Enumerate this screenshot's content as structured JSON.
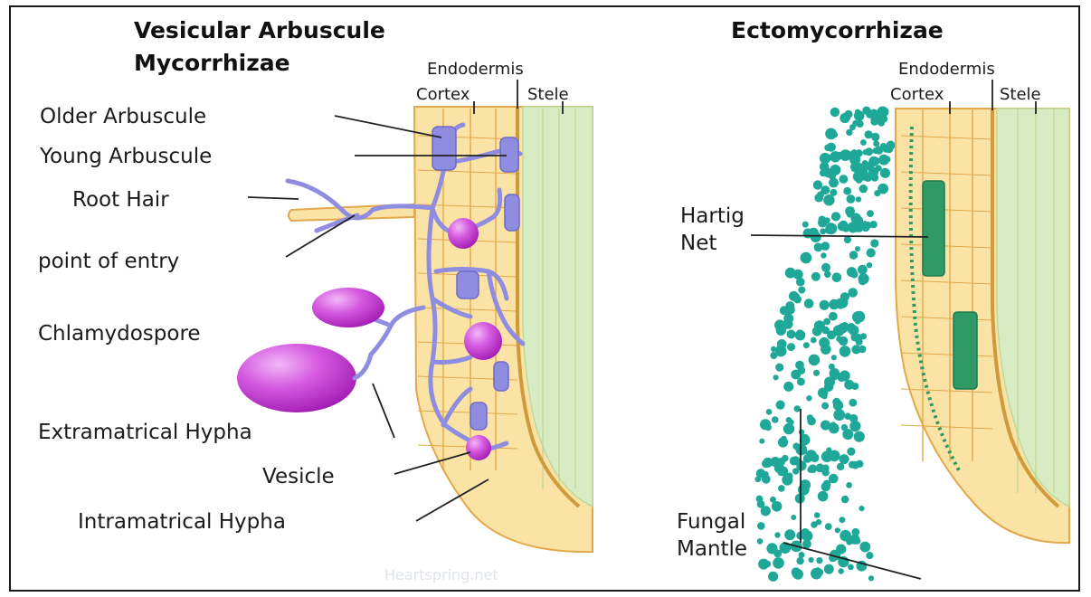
{
  "left_panel": {
    "title_line1": "Vesicular Arbuscule",
    "title_line2": "Mycorrhizae",
    "tissues": {
      "endodermis": "Endodermis",
      "cortex": "Cortex",
      "stele": "Stele"
    },
    "labels": {
      "older_arbuscule": "Older Arbuscule",
      "young_arbuscule": "Young Arbuscule",
      "root_hair": "Root Hair",
      "point_of_entry": "point of entry",
      "chlamydospore": "Chlamydospore",
      "extramatrical_hypha": "Extramatrical Hypha",
      "vesicle": "Vesicle",
      "intramatrical_hypha": "Intramatrical Hypha"
    },
    "watermark": "Heartspring.net"
  },
  "right_panel": {
    "title": "Ectomycorrhizae",
    "tissues": {
      "endodermis": "Endodermis",
      "cortex": "Cortex",
      "stele": "Stele"
    },
    "labels": {
      "hartig_line1": "Hartig",
      "hartig_line2": "Net",
      "fungal_line1": "Fungal",
      "fungal_line2": "Mantle"
    }
  },
  "colors": {
    "cortex": "#fbe3a6",
    "cell_wall": "#e2a84a",
    "stele": "#d7ecc2",
    "hypha": "#8f8de0",
    "spore": "#c63ad3",
    "mantle": "#1fa898",
    "hartig": "#2f9a66"
  }
}
